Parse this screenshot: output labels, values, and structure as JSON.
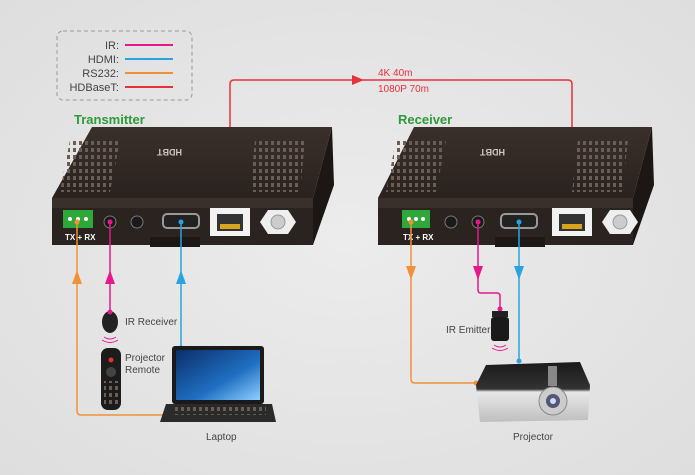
{
  "legend": {
    "items": [
      {
        "label": "IR:",
        "color": "#e6198c"
      },
      {
        "label": "HDMI:",
        "color": "#2aa3e0"
      },
      {
        "label": "RS232:",
        "color": "#f0913a"
      },
      {
        "label": "HDBaseT:",
        "color": "#e5323e"
      }
    ]
  },
  "link": {
    "line1": "4K 40m",
    "line2": "1080P 70m",
    "color": "#e5323e"
  },
  "transmitter": {
    "title": "Transmitter",
    "terminal_label": "TX + RX"
  },
  "receiver": {
    "title": "Receiver",
    "terminal_label": "TX + RX"
  },
  "title_color": "#2e9a3a",
  "devices": {
    "ir_receiver": "IR Receiver",
    "remote_line1": "Projector",
    "remote_line2": "Remote",
    "laptop": "Laptop",
    "ir_emitter": "IR Emitter",
    "projector": "Projector"
  }
}
